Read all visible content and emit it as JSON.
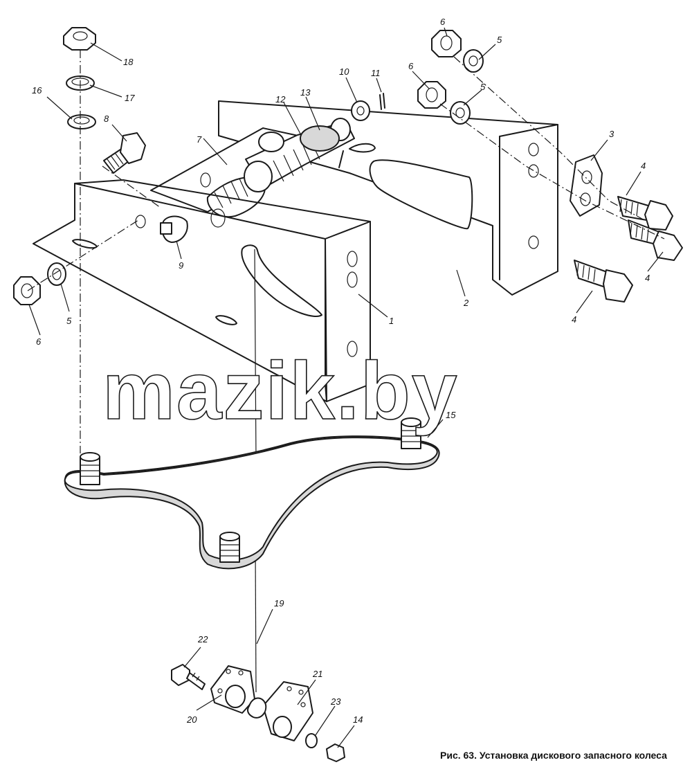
{
  "caption": "Рис. 63. Установка дискового запасного колеса",
  "watermark": "mazik.by",
  "callouts": [
    "1",
    "2",
    "3",
    "4",
    "4",
    "4",
    "5",
    "5",
    "5",
    "6",
    "6",
    "6",
    "7",
    "8",
    "9",
    "10",
    "11",
    "12",
    "13",
    "14",
    "15",
    "16",
    "17",
    "18",
    "19",
    "20",
    "21",
    "22",
    "23"
  ]
}
